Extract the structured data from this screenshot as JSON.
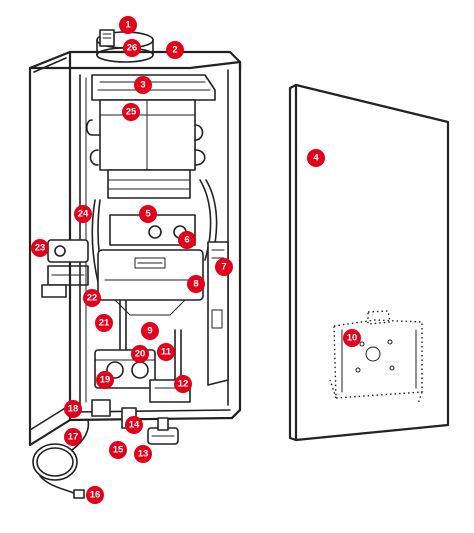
{
  "callouts": [
    {
      "id": "c1",
      "label": "1"
    },
    {
      "id": "c2",
      "label": "2"
    },
    {
      "id": "c3",
      "label": "3"
    },
    {
      "id": "c4",
      "label": "4"
    },
    {
      "id": "c5",
      "label": "5"
    },
    {
      "id": "c6",
      "label": "6"
    },
    {
      "id": "c7",
      "label": "7"
    },
    {
      "id": "c8",
      "label": "8"
    },
    {
      "id": "c9",
      "label": "9"
    },
    {
      "id": "c10",
      "label": "10"
    },
    {
      "id": "c11",
      "label": "11"
    },
    {
      "id": "c12",
      "label": "12"
    },
    {
      "id": "c13",
      "label": "13"
    },
    {
      "id": "c14",
      "label": "14"
    },
    {
      "id": "c15",
      "label": "15"
    },
    {
      "id": "c16",
      "label": "16"
    },
    {
      "id": "c17",
      "label": "17"
    },
    {
      "id": "c18",
      "label": "18"
    },
    {
      "id": "c19",
      "label": "19"
    },
    {
      "id": "c20",
      "label": "20"
    },
    {
      "id": "c21",
      "label": "21"
    },
    {
      "id": "c22",
      "label": "22"
    },
    {
      "id": "c23",
      "label": "23"
    },
    {
      "id": "c24",
      "label": "24"
    },
    {
      "id": "c25",
      "label": "25"
    },
    {
      "id": "c26",
      "label": "26"
    }
  ],
  "colors": {
    "callout": "#e3001b",
    "line": "#222222",
    "background": "#ffffff"
  }
}
